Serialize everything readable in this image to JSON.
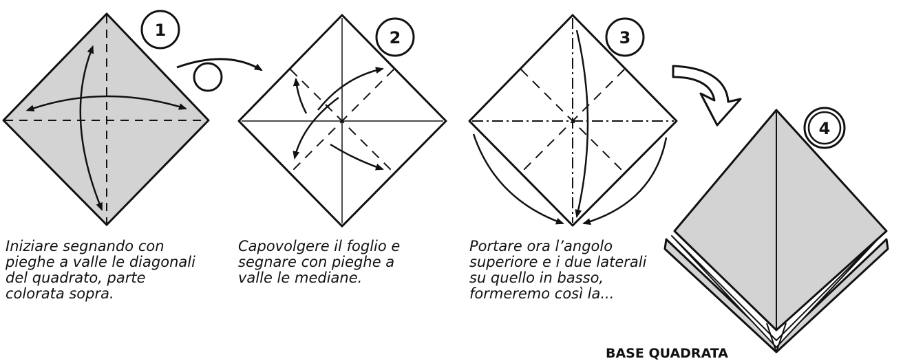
{
  "steps": [
    {
      "number": "1",
      "caption_lines": [
        "Iniziare segnando con",
        "pieghe a valle le diagonali",
        "del quadrato, parte",
        "colorata sopra."
      ]
    },
    {
      "number": "2",
      "caption_lines": [
        "Capovolgere il foglio e",
        "segnare con pieghe a",
        "valle le mediane."
      ]
    },
    {
      "number": "3",
      "caption_lines": [
        "Portare ora l’angolo",
        "superiore e i due laterali",
        "su quello in basso,",
        "formeremo così la..."
      ]
    },
    {
      "number": "4",
      "caption_lines": []
    }
  ],
  "result_label": "BASE QUADRATA",
  "colors": {
    "paper_colored": "#d3d3d3",
    "paper_white": "#ffffff",
    "ink": "#111111"
  },
  "icons": {
    "flip": "turn-over-symbol-icon",
    "next": "curved-arrow-icon"
  }
}
